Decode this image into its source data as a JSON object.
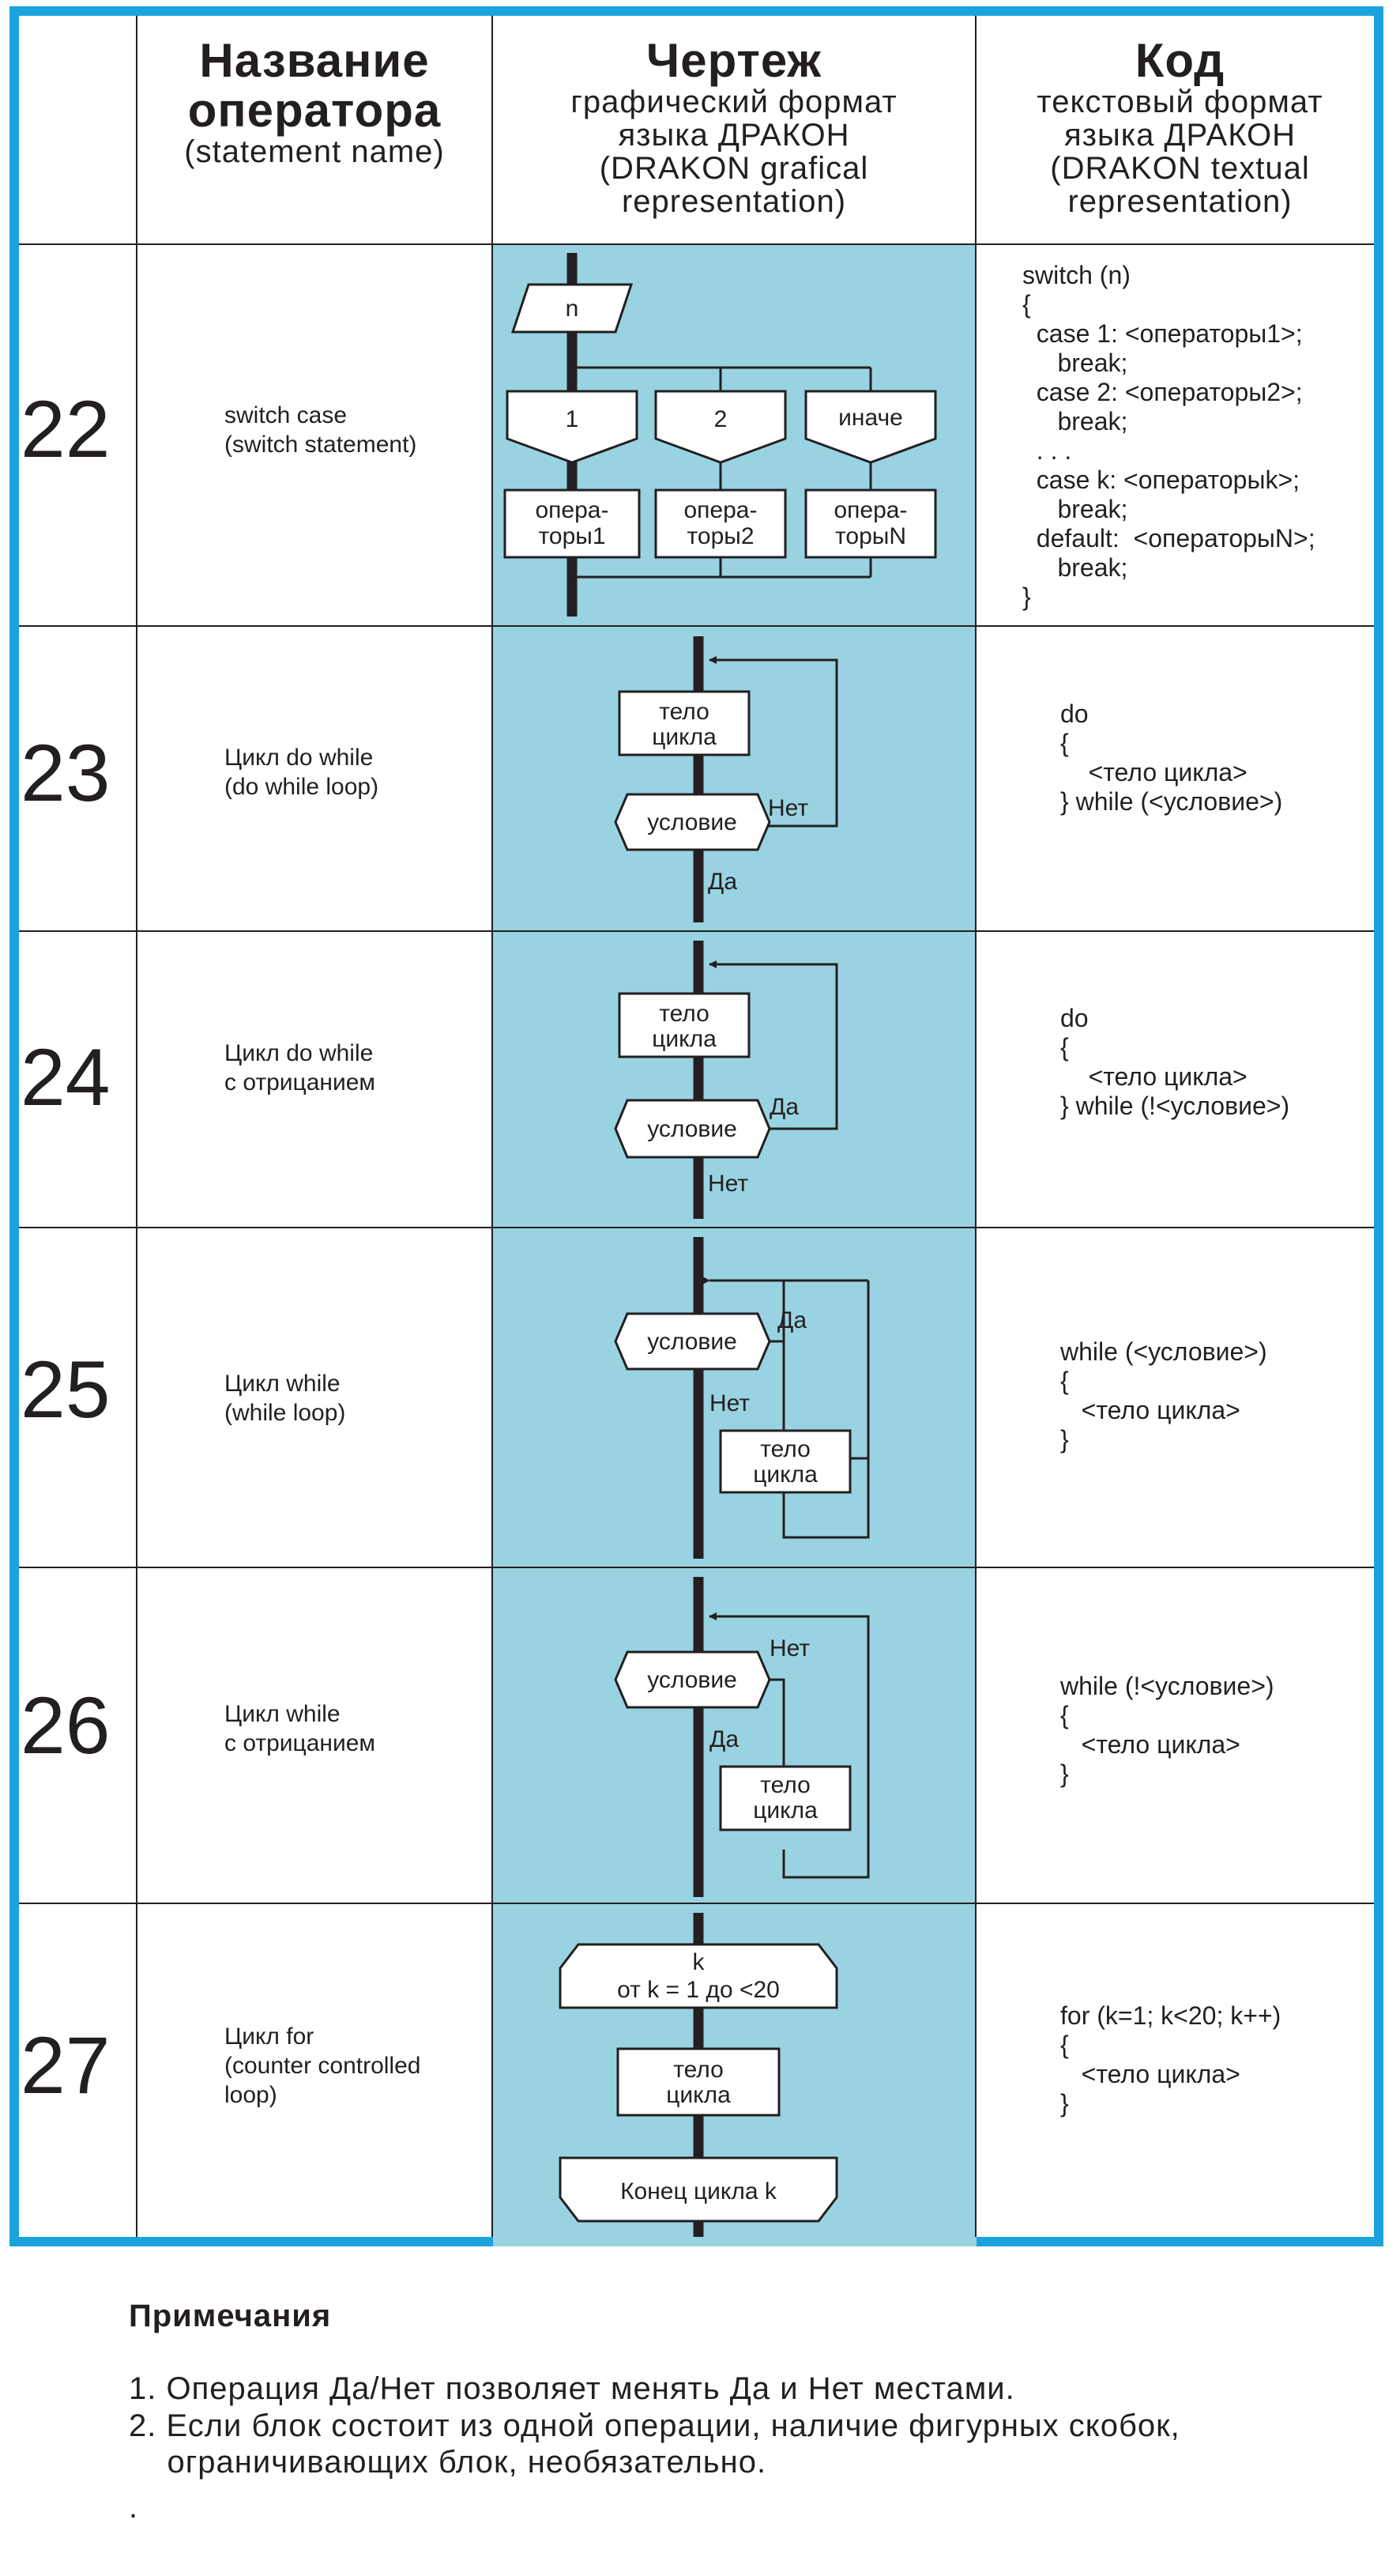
{
  "header": {
    "col_name": {
      "title": "Название\nоператора",
      "sub": "(statement name)"
    },
    "col_drawing": {
      "title": "Чертеж",
      "sub": "графический формат\nязыка ДРАКОН\n(DRAKON grafical\nrepresentation)"
    },
    "col_code": {
      "title": "Код",
      "sub": "текстовый формат\nязыка ДРАКОН\n(DRAKON textual\nrepresentation)"
    }
  },
  "rows": [
    {
      "num": "22",
      "name": "switch case\n(switch statement)",
      "code": "switch (n)\n{\n  case 1: <операторы1>;\n     break;\n  case 2: <операторы2>;\n     break;\n  . . .\n  case k: <операторыk>;\n     break;\n  default:  <операторыN>;\n     break;\n}",
      "diagram": {
        "input": "n",
        "branches": [
          "1",
          "2",
          "иначе"
        ],
        "actions": [
          [
            "опера-",
            "торы1"
          ],
          [
            "опера-",
            "торы2"
          ],
          [
            "опера-",
            "торыN"
          ]
        ]
      }
    },
    {
      "num": "23",
      "name": "Цикл do while\n(do while loop)",
      "code": "do\n{\n    <тело цикла>\n} while (<условие>)",
      "diagram": {
        "body": [
          "тело",
          "цикла"
        ],
        "cond": "условие",
        "side_label": "Нет",
        "down_label": "Да"
      }
    },
    {
      "num": "24",
      "name": "Цикл do while\nс отрицанием",
      "code": "do\n{\n    <тело цикла>\n} while (!<условие>)",
      "diagram": {
        "body": [
          "тело",
          "цикла"
        ],
        "cond": "условие",
        "side_label": "Да",
        "down_label": "Нет"
      }
    },
    {
      "num": "25",
      "name": "Цикл while\n(while loop)",
      "code": "while (<условие>)\n{\n   <тело цикла>\n}",
      "diagram": {
        "body": [
          "тело",
          "цикла"
        ],
        "cond": "условие",
        "side_label": "Да",
        "down_label": "Нет"
      }
    },
    {
      "num": "26",
      "name": "Цикл while\nс отрицанием",
      "code": "while (!<условие>)\n{\n   <тело цикла>\n}",
      "diagram": {
        "body": [
          "тело",
          "цикла"
        ],
        "cond": "условие",
        "side_label": "Нет",
        "down_label": "Да"
      }
    },
    {
      "num": "27",
      "name": "Цикл for\n(counter controlled\nloop)",
      "code": "for (k=1; k<20; k++)\n{\n   <тело цикла>\n}",
      "diagram": {
        "loop_var": "k",
        "loop_range": "от k = 1 до <20",
        "body": [
          "тело",
          "цикла"
        ],
        "loop_end": "Конец цикла k"
      }
    }
  ],
  "notes": {
    "title": "Примечания",
    "items": [
      "1. Операция Да/Нет позволяет менять Да и Нет местами.",
      "2. Если блок состоит из одной операции, наличие фигурных скобок,\n    ограничивающих блок, необязательно."
    ],
    "trailing": "."
  }
}
